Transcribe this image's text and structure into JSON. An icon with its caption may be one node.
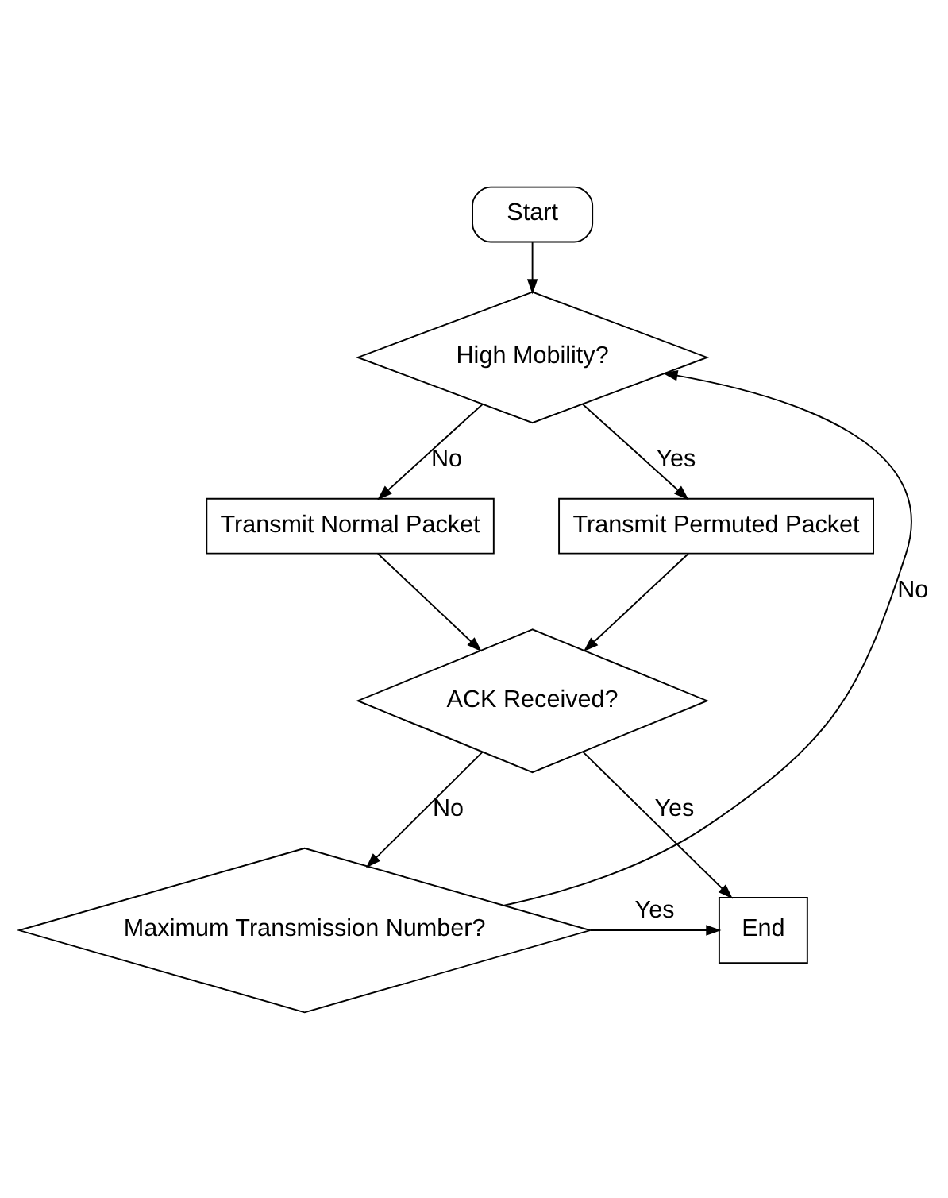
{
  "diagram": {
    "nodes": [
      {
        "text": [
          "Start"
        ]
      },
      {
        "text": [
          "High Mobility?"
        ]
      },
      {
        "text": [
          "Transmit Permuted Packet"
        ]
      },
      {
        "text": [
          "Transmit Normal Packet"
        ]
      },
      {
        "text": [
          "ACK Received?"
        ]
      },
      {
        "text": [
          "End"
        ]
      },
      {
        "text": [
          "Maximum Transmission Number?"
        ]
      }
    ],
    "edges": [
      {
        "from": 0,
        "to": 1,
        "arrow": "to"
      },
      {
        "from": 1,
        "to": 2,
        "arrow": "to",
        "label": "Yes"
      },
      {
        "from": 1,
        "to": 3,
        "arrow": "to",
        "label": "No"
      },
      {
        "from": 2,
        "to": 4,
        "arrow": "to"
      },
      {
        "from": 3,
        "to": 4,
        "arrow": "to"
      },
      {
        "from": 4,
        "to": 5,
        "arrow": "to",
        "label": "Yes"
      },
      {
        "from": 4,
        "to": 6,
        "arrow": "to",
        "label": "No"
      },
      {
        "from": 6,
        "to": 5,
        "arrow": "to",
        "label": "Yes"
      },
      {
        "from": 6,
        "to": 1,
        "arrow": "to",
        "label": "No"
      }
    ]
  }
}
